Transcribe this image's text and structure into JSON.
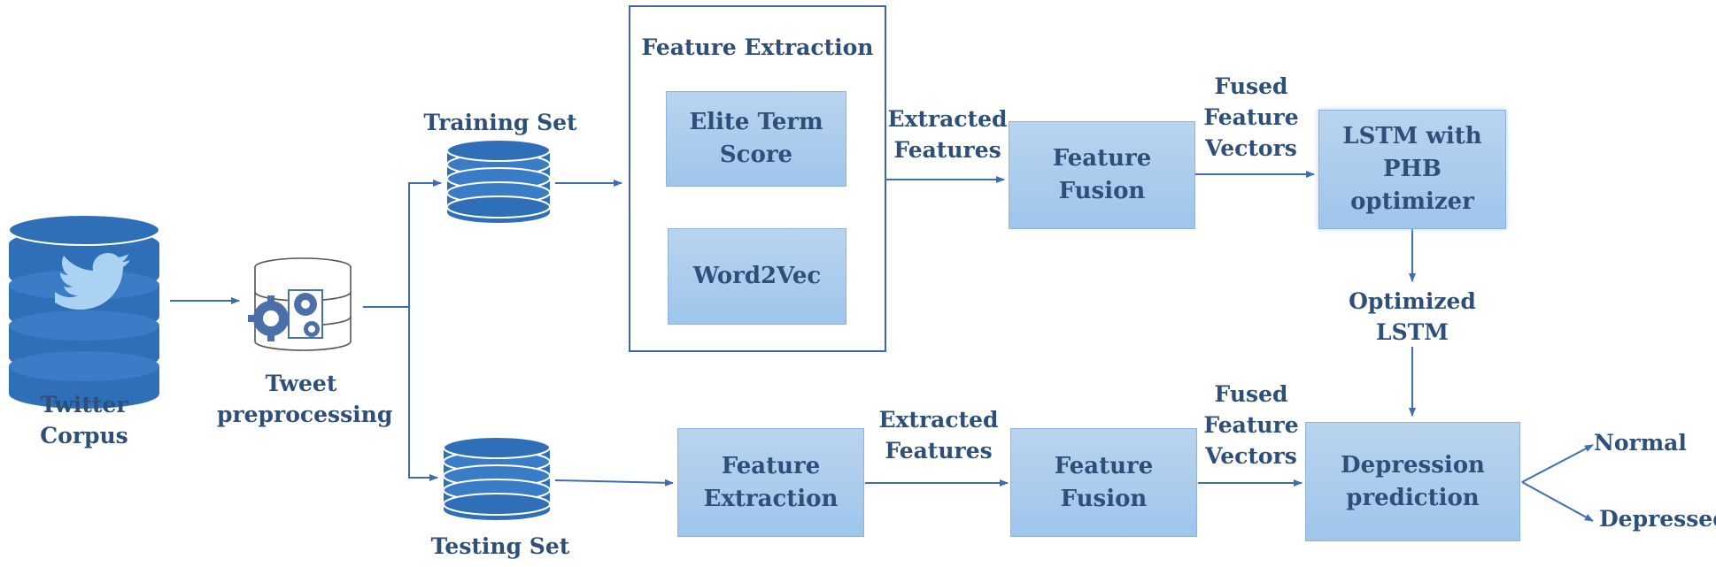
{
  "labels": {
    "twitter_corpus": "Twitter\nCorpus",
    "tweet_preprocessing": "Tweet\npreprocessing",
    "training_set": "Training Set",
    "testing_set": "Testing Set",
    "feature_extraction_title": "Feature Extraction",
    "extracted_features_top": "Extracted\nFeatures",
    "extracted_features_bottom": "Extracted\nFeatures",
    "fused_vectors_top": "Fused\nFeature\nVectors",
    "fused_vectors_bottom": "Fused\nFeature\nVectors",
    "optimized_lstm": "Optimized\nLSTM",
    "normal": "Normal",
    "depressed": "Depressed"
  },
  "boxes": {
    "elite_term": "Elite Term\nScore",
    "word2vec": "Word2Vec",
    "fusion_top": "Feature\nFusion",
    "lstm": "LSTM with\nPHB\noptimizer",
    "extraction_bottom": "Feature\nExtraction",
    "fusion_bottom": "Feature\nFusion",
    "depression": "Depression\nprediction"
  },
  "colors": {
    "accent": "#3d6db5",
    "text": "#2e4f7a",
    "box_fill": "#a9cbed",
    "database": "#2f6fb8"
  }
}
